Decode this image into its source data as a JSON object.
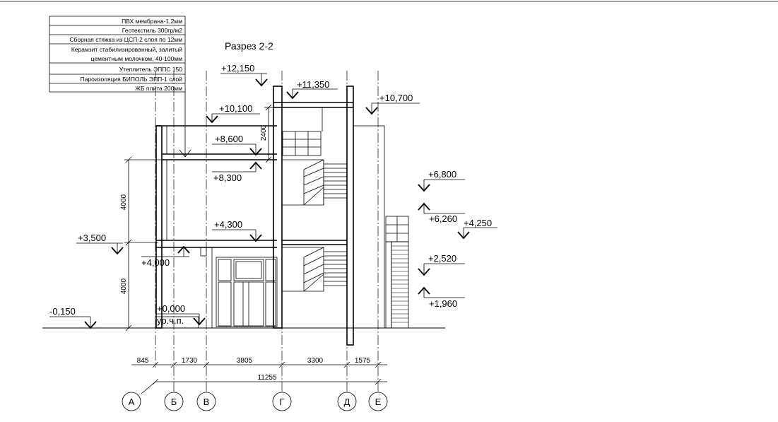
{
  "title": "Разрез 2-2",
  "layers": [
    "ПВХ мембрана-1,2мм",
    "Геотекстиль 300гр/м2",
    "Сборная стяжка из ЦСП-2 слоя по 12мм",
    "Керамзит стабилизированный, залитый",
    "цементным молочком, 40-100мм",
    "Утеплитель ЭППС 150",
    "Пароизоляция БИПОЛЬ ЭПП-1 слой",
    "ЖБ плита 200мм"
  ],
  "elevations": {
    "e12150": "+12,150",
    "e11350": "+11,350",
    "e10700": "+10,700",
    "e10100": "+10,100",
    "e8600": "+8,600",
    "e8300": "+8,300",
    "e6800": "+6,800",
    "e6260": "+6,260",
    "e4300": "+4,300",
    "e4250": "+4,250",
    "e4000": "+4,000",
    "e3500": "+3,500",
    "e2520": "+2,520",
    "e1960": "+1,960",
    "e0000": "+0,000",
    "em0150": "-0,150"
  },
  "floor_level_label": "ур.ч.п.",
  "vertical_dims": {
    "d2400": "2400",
    "d4000_upper": "4000",
    "d4000_lower": "4000"
  },
  "horizontal_dims": {
    "d845": "845",
    "d1730": "1730",
    "d3805": "3805",
    "d3300": "3300",
    "d1575": "1575",
    "total": "11255"
  },
  "axes": [
    "А",
    "Б",
    "В",
    "Г",
    "Д",
    "Е"
  ]
}
